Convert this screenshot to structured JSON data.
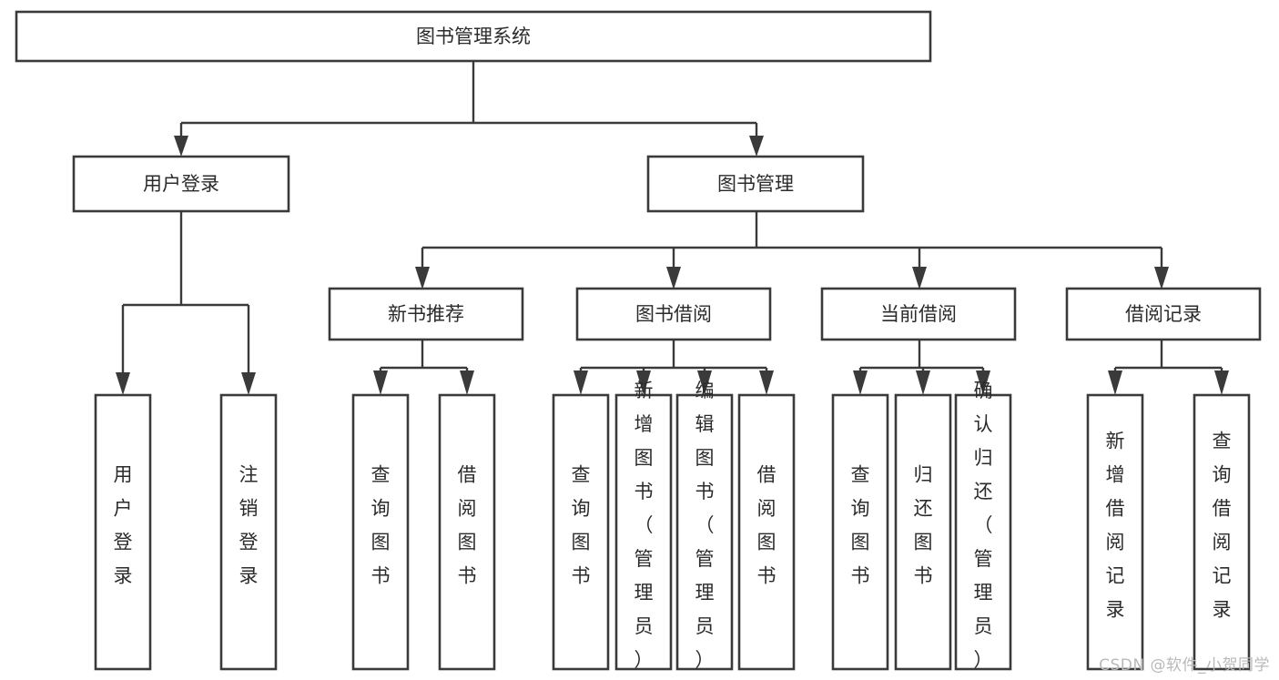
{
  "diagram": {
    "type": "tree-hierarchy",
    "title": "图书管理系统",
    "watermark": "CSDN @软件_小贺同学",
    "colors": {
      "stroke": "#3a3a3a",
      "box_fill": "#ffffff",
      "text": "#2b2b2b",
      "background": "#ffffff",
      "watermark": "#b9b9b9"
    },
    "root": {
      "label": "图书管理系统",
      "orientation": "horizontal"
    },
    "level2": [
      {
        "label": "用户登录",
        "orientation": "horizontal"
      },
      {
        "label": "图书管理",
        "orientation": "horizontal"
      }
    ],
    "level3": [
      {
        "label": "新书推荐",
        "orientation": "horizontal",
        "parent": "图书管理"
      },
      {
        "label": "图书借阅",
        "orientation": "horizontal",
        "parent": "图书管理"
      },
      {
        "label": "当前借阅",
        "orientation": "horizontal",
        "parent": "图书管理"
      },
      {
        "label": "借阅记录",
        "orientation": "horizontal",
        "parent": "图书管理"
      }
    ],
    "leaves": {
      "用户登录": [
        {
          "label": "用户登录",
          "orientation": "vertical"
        },
        {
          "label": "注销登录",
          "orientation": "vertical"
        }
      ],
      "新书推荐": [
        {
          "label": "查询图书",
          "orientation": "vertical"
        },
        {
          "label": "借阅图书",
          "orientation": "vertical"
        }
      ],
      "图书借阅": [
        {
          "label": "查询图书",
          "orientation": "vertical"
        },
        {
          "label": "新增图书（管理员）",
          "orientation": "vertical"
        },
        {
          "label": "编辑图书（管理员）",
          "orientation": "vertical"
        },
        {
          "label": "借阅图书",
          "orientation": "vertical"
        }
      ],
      "当前借阅": [
        {
          "label": "查询图书",
          "orientation": "vertical"
        },
        {
          "label": "归还图书",
          "orientation": "vertical"
        },
        {
          "label": "确认归还（管理员）",
          "orientation": "vertical"
        }
      ],
      "借阅记录": [
        {
          "label": "新增借阅记录",
          "orientation": "vertical"
        },
        {
          "label": "查询借阅记录",
          "orientation": "vertical"
        }
      ]
    }
  }
}
